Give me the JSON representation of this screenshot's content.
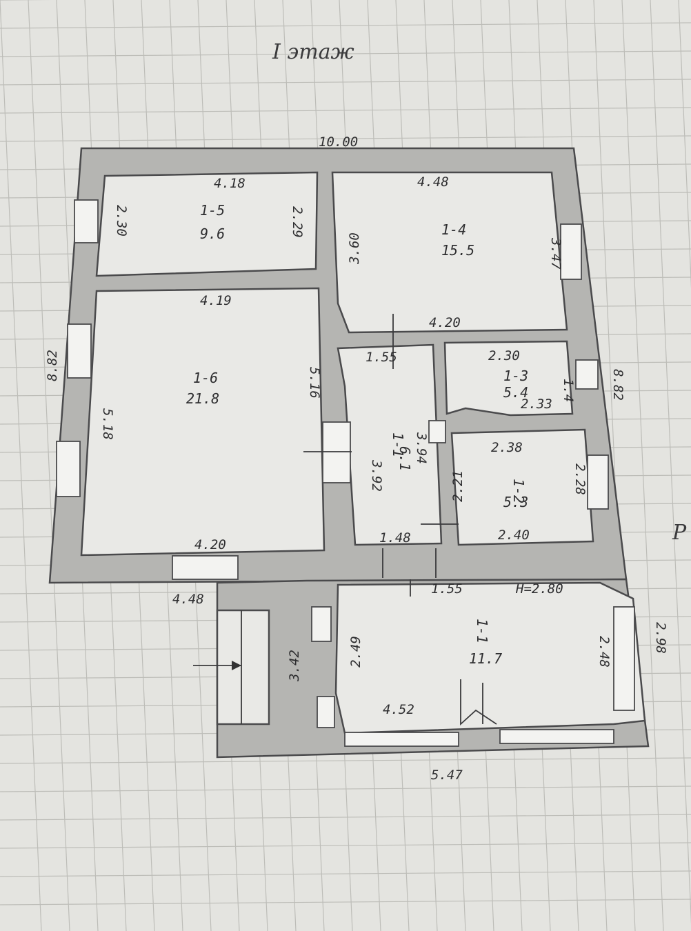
{
  "title": "I этаж",
  "overall": {
    "top_width": "10.00",
    "left_height": "8.82",
    "right_height": "8.82",
    "bottom_width": "5.47",
    "annex_left": "4.48",
    "annex_right_height": "2.98",
    "ceiling": "H=2.80"
  },
  "rooms": [
    {
      "id": "1-5",
      "area": "9.6",
      "dims": [
        "4.18",
        "2.30",
        "2.29"
      ]
    },
    {
      "id": "1-4",
      "area": "15.5",
      "dims": [
        "4.48",
        "3.60",
        "3.47",
        "4.20"
      ]
    },
    {
      "id": "1-6",
      "area": "21.8",
      "dims": [
        "4.19",
        "5.18",
        "5.16",
        "4.20"
      ]
    },
    {
      "id": "1-3",
      "area": "5.4",
      "dims": [
        "2.30",
        "2.33",
        "1.4"
      ]
    },
    {
      "id": "1-1",
      "area": "6.1",
      "dims": [
        "1.55",
        "3.92",
        "3.94",
        "1.48"
      ]
    },
    {
      "id": "1-2",
      "area": "5.3",
      "dims": [
        "2.38",
        "2.21",
        "2.28",
        "2.40"
      ]
    },
    {
      "id": "1-1",
      "area": "11.7",
      "dims": [
        "1.55",
        "2.49",
        "3.42",
        "2.48",
        "4.52"
      ]
    }
  ],
  "margin_note": "Р"
}
